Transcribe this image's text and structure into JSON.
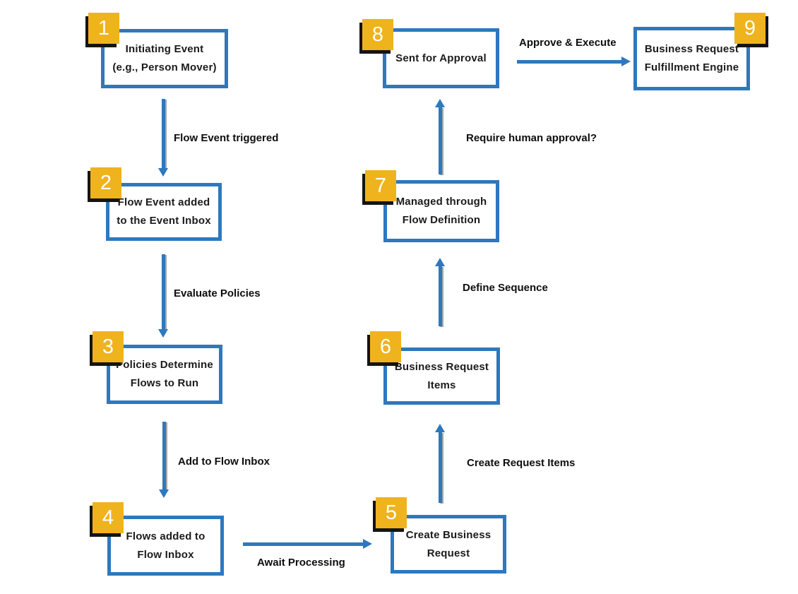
{
  "diagram": {
    "colors": {
      "background": "#FFFFFF",
      "box_border": "#2E78BE",
      "box_fill": "#FFFFFF",
      "box_text": "#1B1B1B",
      "badge_bg": "#EFB31E",
      "badge_text": "#FFFFFF",
      "badge_shadow": "#141414",
      "arrow": "#2E78BE",
      "label_text": "#0E0E0E"
    },
    "nodes": [
      {
        "badge": "1",
        "lines": [
          "Initiating Event",
          "(e.g., Person Mover)"
        ]
      },
      {
        "badge": "2",
        "lines": [
          "Flow Event added",
          "to the Event Inbox"
        ]
      },
      {
        "badge": "3",
        "lines": [
          "Policies Determine",
          "Flows to Run"
        ]
      },
      {
        "badge": "4",
        "lines": [
          "Flows added to",
          "Flow Inbox"
        ]
      },
      {
        "badge": "5",
        "lines": [
          "Create Business",
          "Request"
        ]
      },
      {
        "badge": "6",
        "lines": [
          "Business Request",
          "Items"
        ]
      },
      {
        "badge": "7",
        "lines": [
          "Managed through",
          "Flow Definition"
        ]
      },
      {
        "badge": "8",
        "lines": [
          "Sent for Approval"
        ]
      },
      {
        "badge": "9",
        "lines": [
          "Business Request",
          "Fulfillment Engine"
        ]
      }
    ],
    "edges": [
      {
        "label": "Flow Event triggered",
        "from": "1",
        "to": "2",
        "direction": "down"
      },
      {
        "label": "Evaluate Policies",
        "from": "2",
        "to": "3",
        "direction": "down"
      },
      {
        "label": "Add to Flow Inbox",
        "from": "3",
        "to": "4",
        "direction": "down"
      },
      {
        "label": "Await Processing",
        "from": "4",
        "to": "5",
        "direction": "right"
      },
      {
        "label": "Create Request Items",
        "from": "5",
        "to": "6",
        "direction": "up"
      },
      {
        "label": "Define Sequence",
        "from": "6",
        "to": "7",
        "direction": "up"
      },
      {
        "label": "Require human approval?",
        "from": "7",
        "to": "8",
        "direction": "up"
      },
      {
        "label": "Approve & Execute",
        "from": "8",
        "to": "9",
        "direction": "right"
      }
    ]
  }
}
